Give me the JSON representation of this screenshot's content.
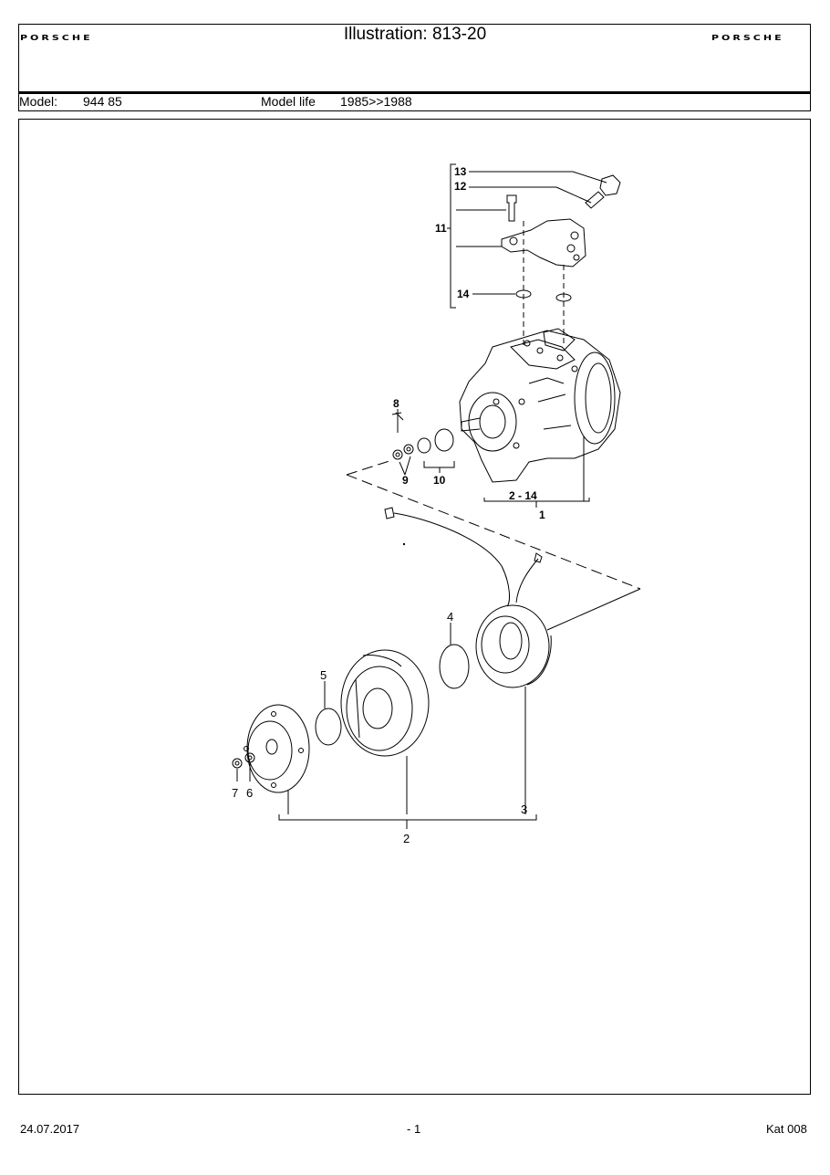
{
  "header": {
    "logo_left": "PORSCHE",
    "logo_right": "PORSCHE",
    "title": "Illustration: 813-20"
  },
  "model_bar": {
    "model_label": "Model:",
    "model_value": "944 85",
    "model_life_label": "Model life",
    "model_life_value": "1985>>1988"
  },
  "diagram": {
    "callouts": {
      "c1": "1",
      "c2": "2",
      "c3": "3",
      "c4": "4",
      "c5": "5",
      "c6": "6",
      "c7": "7",
      "c8": "8",
      "c9": "9",
      "c10": "10",
      "c11": "11",
      "c12": "12",
      "c13": "13",
      "c14": "14",
      "c2_14": "2 - 14"
    }
  },
  "footer": {
    "date": "24.07.2017",
    "page": "- 1",
    "catalog": "Kat 008"
  }
}
